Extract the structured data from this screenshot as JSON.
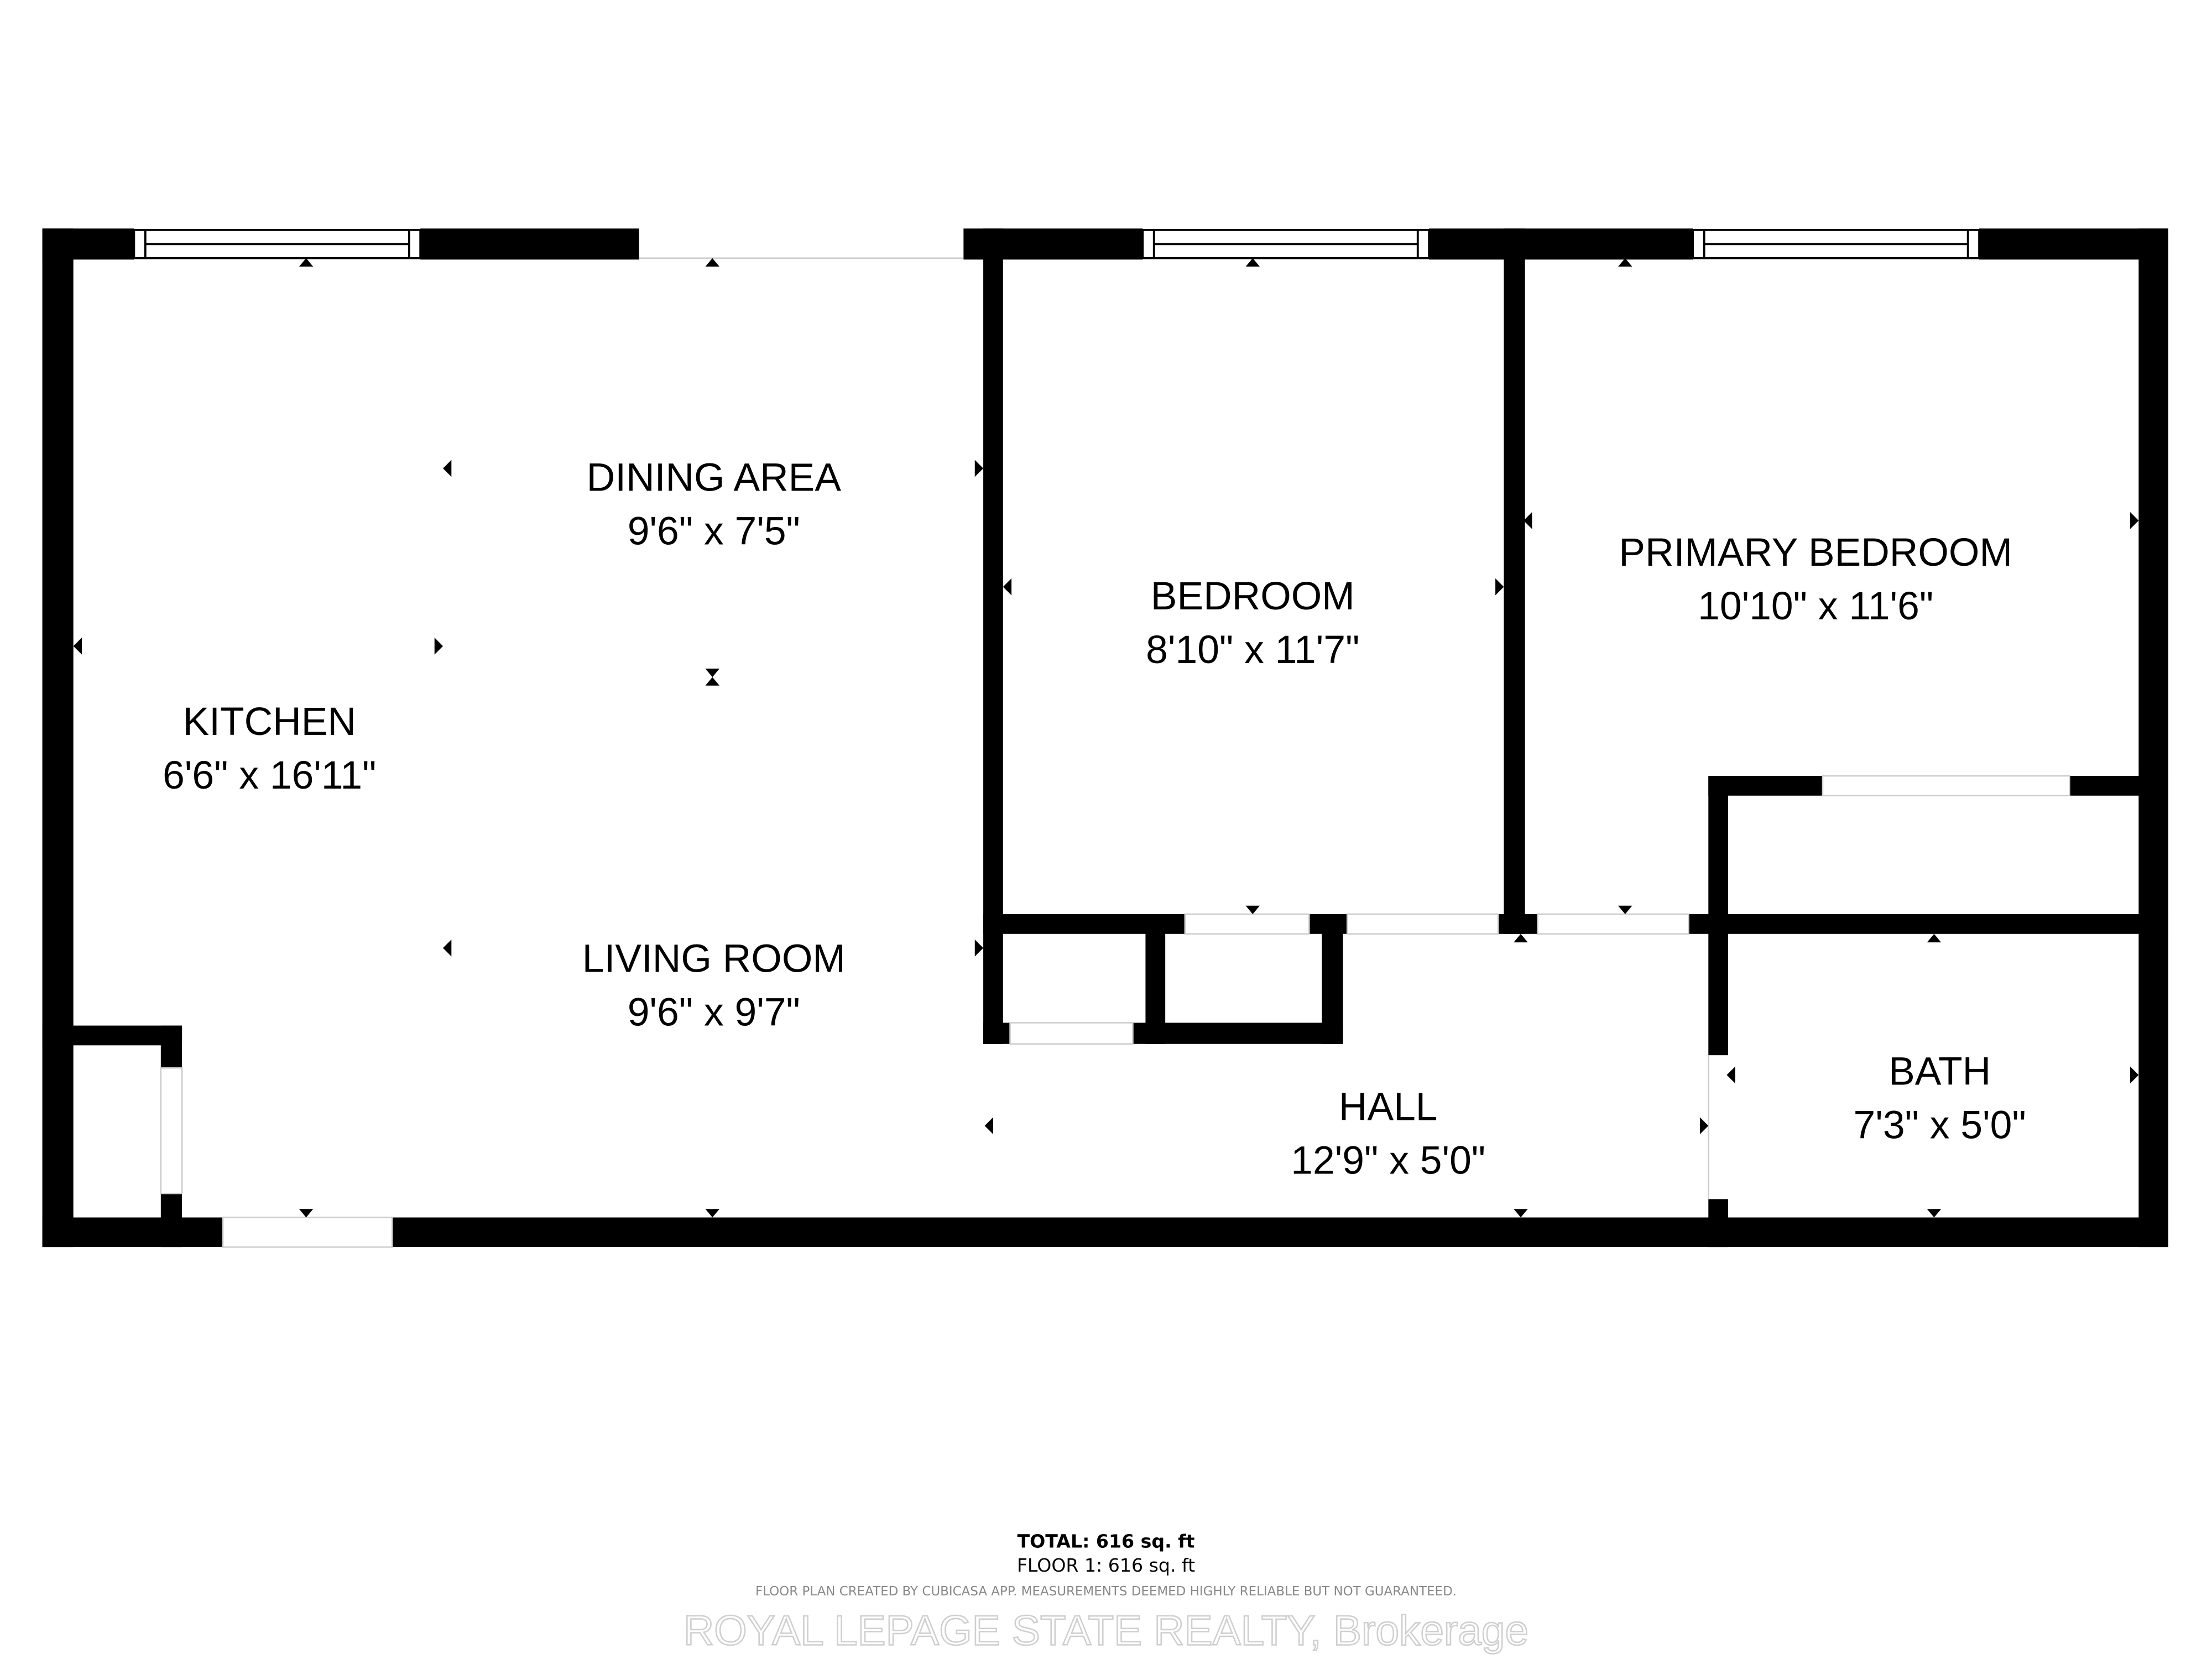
{
  "rooms": [
    {
      "name": "DINING AREA",
      "size": "9'6\" x 7'5\""
    },
    {
      "name": "BEDROOM",
      "size": "8'10\" x 11'7\""
    },
    {
      "name": "PRIMARY BEDROOM",
      "size": "10'10\" x 11'6\""
    },
    {
      "name": "KITCHEN",
      "size": "6'6\" x 16'11\""
    },
    {
      "name": "LIVING ROOM",
      "size": "9'6\" x 9'7\""
    },
    {
      "name": "HALL",
      "size": "12'9\" x 5'0\""
    },
    {
      "name": "BATH",
      "size": "7'3\" x 5'0\""
    }
  ],
  "totals": {
    "total": "TOTAL: 616 sq. ft",
    "floor1": "FLOOR 1: 616 sq. ft"
  },
  "disclaimer": "FLOOR PLAN CREATED BY CUBICASA APP. MEASUREMENTS DEEMED HIGHLY RELIABLE BUT NOT GUARANTEED.",
  "watermark": "ROYAL LEPAGE STATE REALTY, Brokerage",
  "colors": {
    "wall": "#000000",
    "background": "#ffffff"
  }
}
